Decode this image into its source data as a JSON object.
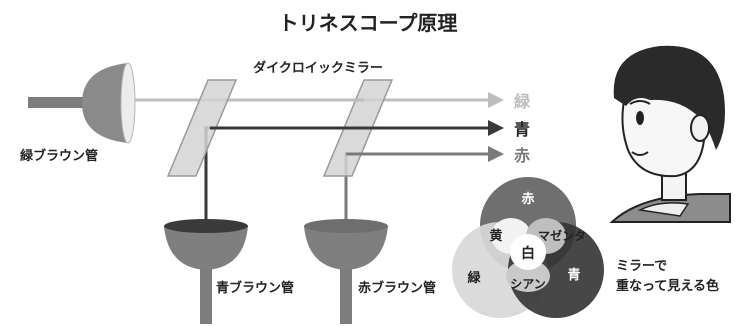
{
  "title": "トリネスコープ原理",
  "mirror_label": "ダイクロイックミラー",
  "tubes": {
    "green": "緑ブラウン管",
    "blue": "青ブラウン管",
    "red": "赤ブラウン管"
  },
  "arrows": [
    "緑",
    "青",
    "赤"
  ],
  "venn": {
    "red": "赤",
    "green": "緑",
    "blue": "青",
    "yellow": "黄",
    "magenta": "マゼンタ",
    "cyan": "シアン",
    "white": "白"
  },
  "caption": {
    "line1": "ミラーで",
    "line2": "重なって見える色"
  },
  "colors": {
    "background": "#ffffff",
    "green_beam": "#bdbdbd",
    "blue_beam": "#3a3a3a",
    "red_beam": "#7a7a7a",
    "mirror": "#d4d4d4",
    "venn_red": "#6f6f6f",
    "venn_green": "#d8d8d8",
    "venn_blue": "#333333"
  }
}
